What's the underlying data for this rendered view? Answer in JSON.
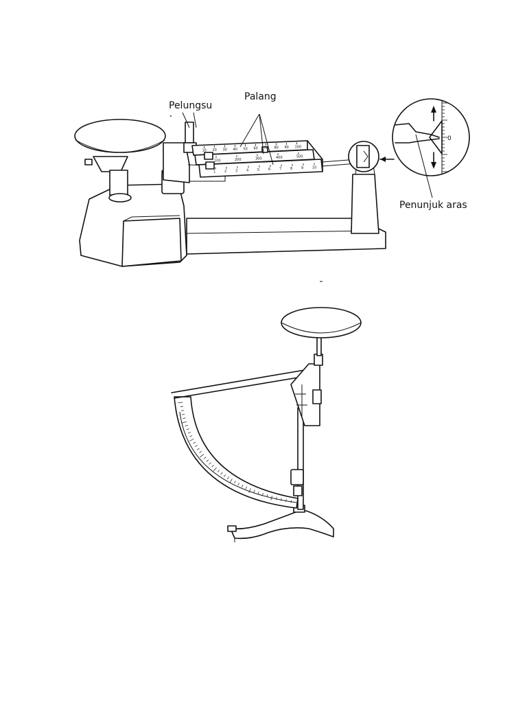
{
  "triple_beam_balance": {
    "labels": {
      "slider": "Pelungsu",
      "beams": "Palang",
      "pointer": "Penunjuk aras"
    },
    "beam_front_scale": [
      "1",
      "2",
      "3",
      "4",
      "5",
      "6",
      "7",
      "8",
      "9",
      "10"
    ],
    "beam_middle_scale": [
      "100",
      "200",
      "300",
      "400",
      "500"
    ],
    "beam_back_scale": [
      "10",
      "20",
      "30",
      "40",
      "50",
      "60",
      "70",
      "80",
      "90",
      "100"
    ],
    "dial_zero": "0"
  },
  "spring_balance": {}
}
